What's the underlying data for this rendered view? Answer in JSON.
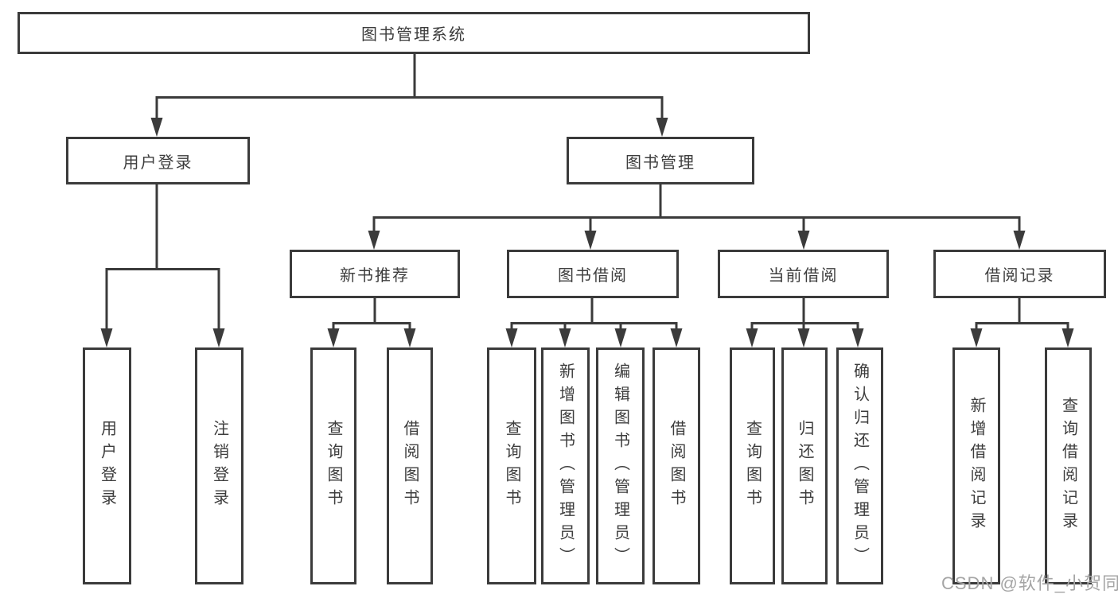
{
  "diagram_type": "hierarchy-tree",
  "colors": {
    "line": "#3b3b3b",
    "border": "#3b3b3b",
    "text": "#3d3d3d",
    "background": "#ffffff",
    "watermark": "#a5a5a5"
  },
  "tree": {
    "label": "图书管理系统",
    "children": [
      {
        "label": "用户登录",
        "children": [
          {
            "label": "用户登录"
          },
          {
            "label": "注销登录"
          }
        ]
      },
      {
        "label": "图书管理",
        "children": [
          {
            "label": "新书推荐",
            "children": [
              {
                "label": "查询图书"
              },
              {
                "label": "借阅图书"
              }
            ]
          },
          {
            "label": "图书借阅",
            "children": [
              {
                "label": "查询图书"
              },
              {
                "label": "新增图书（管理员）"
              },
              {
                "label": "编辑图书（管理员）"
              },
              {
                "label": "借阅图书"
              }
            ]
          },
          {
            "label": "当前借阅",
            "children": [
              {
                "label": "查询图书"
              },
              {
                "label": "归还图书"
              },
              {
                "label": "确认归还（管理员）"
              }
            ]
          },
          {
            "label": "借阅记录",
            "children": [
              {
                "label": "新增借阅记录"
              },
              {
                "label": "查询借阅记录"
              }
            ]
          }
        ]
      }
    ]
  },
  "watermark": {
    "text": "CSDN @软件_小贺同学"
  }
}
